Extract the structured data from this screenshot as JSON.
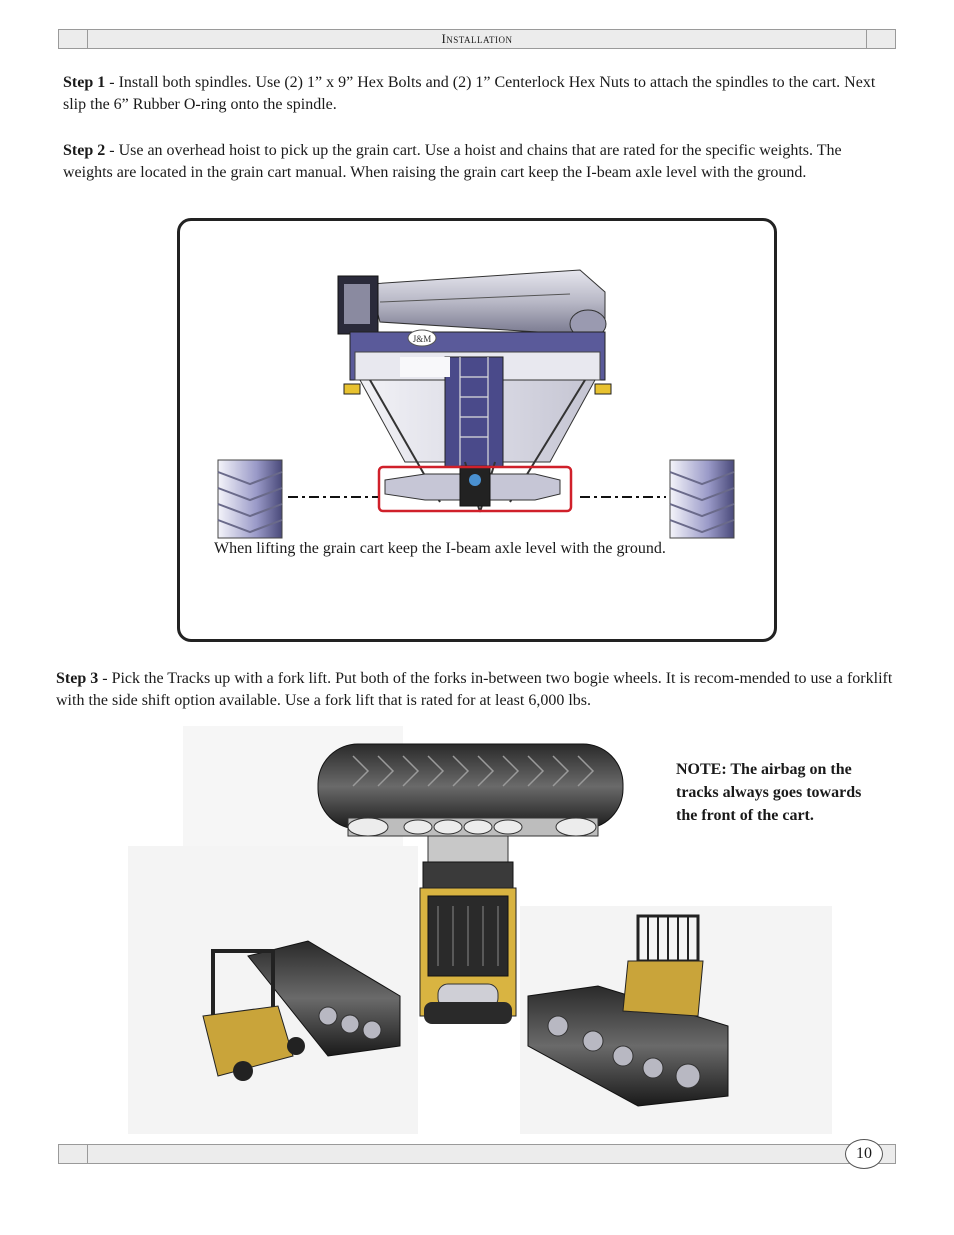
{
  "header": {
    "title": "Installation"
  },
  "steps": [
    {
      "label": "Step 1",
      "text": " - Install both spindles. Use (2) 1” x 9” Hex Bolts and (2) 1” Centerlock Hex Nuts to attach the spindles to the cart. Next slip the 6” Rubber O-ring onto the spindle."
    },
    {
      "label": "Step 2",
      "text": " - Use an overhead hoist to pick up the grain cart. Use a hoist and chains that are rated for the specific weights. The weights are located in the grain cart manual.  When raising the grain cart keep the I-beam axle level with the ground."
    },
    {
      "label": "Step 3",
      "text": " - Pick the Tracks up with a fork lift. Put both of the forks in-between two bogie wheels. It is recom-mended to use a forklift with the side shift option available. Use a fork lift that is rated for at least 6,000 lbs."
    }
  ],
  "figure1": {
    "caption": "When lifting the grain cart keep the I-beam axle level with the ground.",
    "logo_text": "J&M",
    "highlight_color": "#d0202a"
  },
  "figure2": {
    "note": "NOTE: The airbag on the tracks always goes towards the front of the cart."
  },
  "footer": {
    "page_number": "10"
  }
}
